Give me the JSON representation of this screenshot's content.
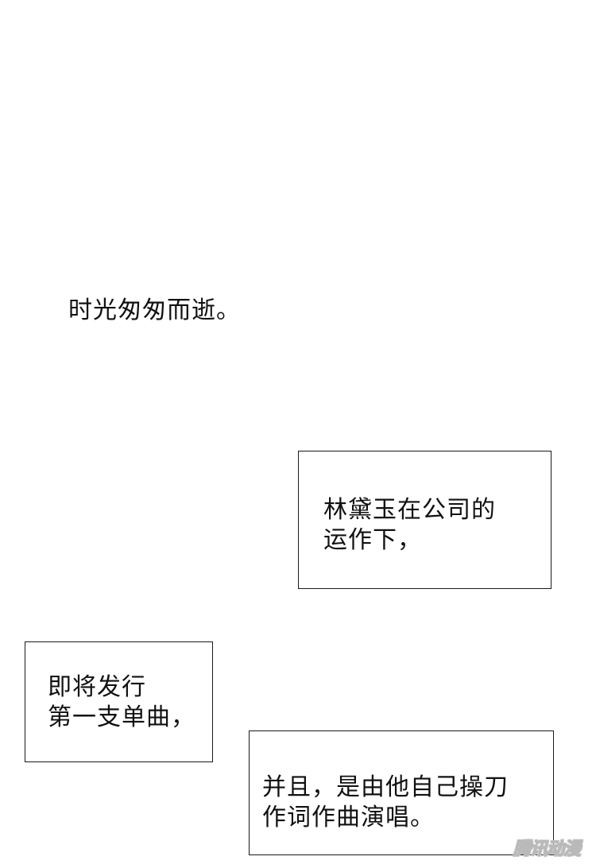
{
  "narration": {
    "text": "时光匆匆而逝。"
  },
  "captions": [
    {
      "lines": [
        "林黛玉在公司的",
        "运作下，"
      ]
    },
    {
      "lines": [
        "即将发行",
        "第一支单曲，"
      ]
    },
    {
      "lines": [
        "并且，是由他自己操刀",
        "作词作曲演唱。"
      ]
    }
  ],
  "watermark": {
    "text": "腾讯动漫"
  },
  "colors": {
    "background": "#ffffff",
    "text": "#111111",
    "border": "#1a1a1a"
  }
}
